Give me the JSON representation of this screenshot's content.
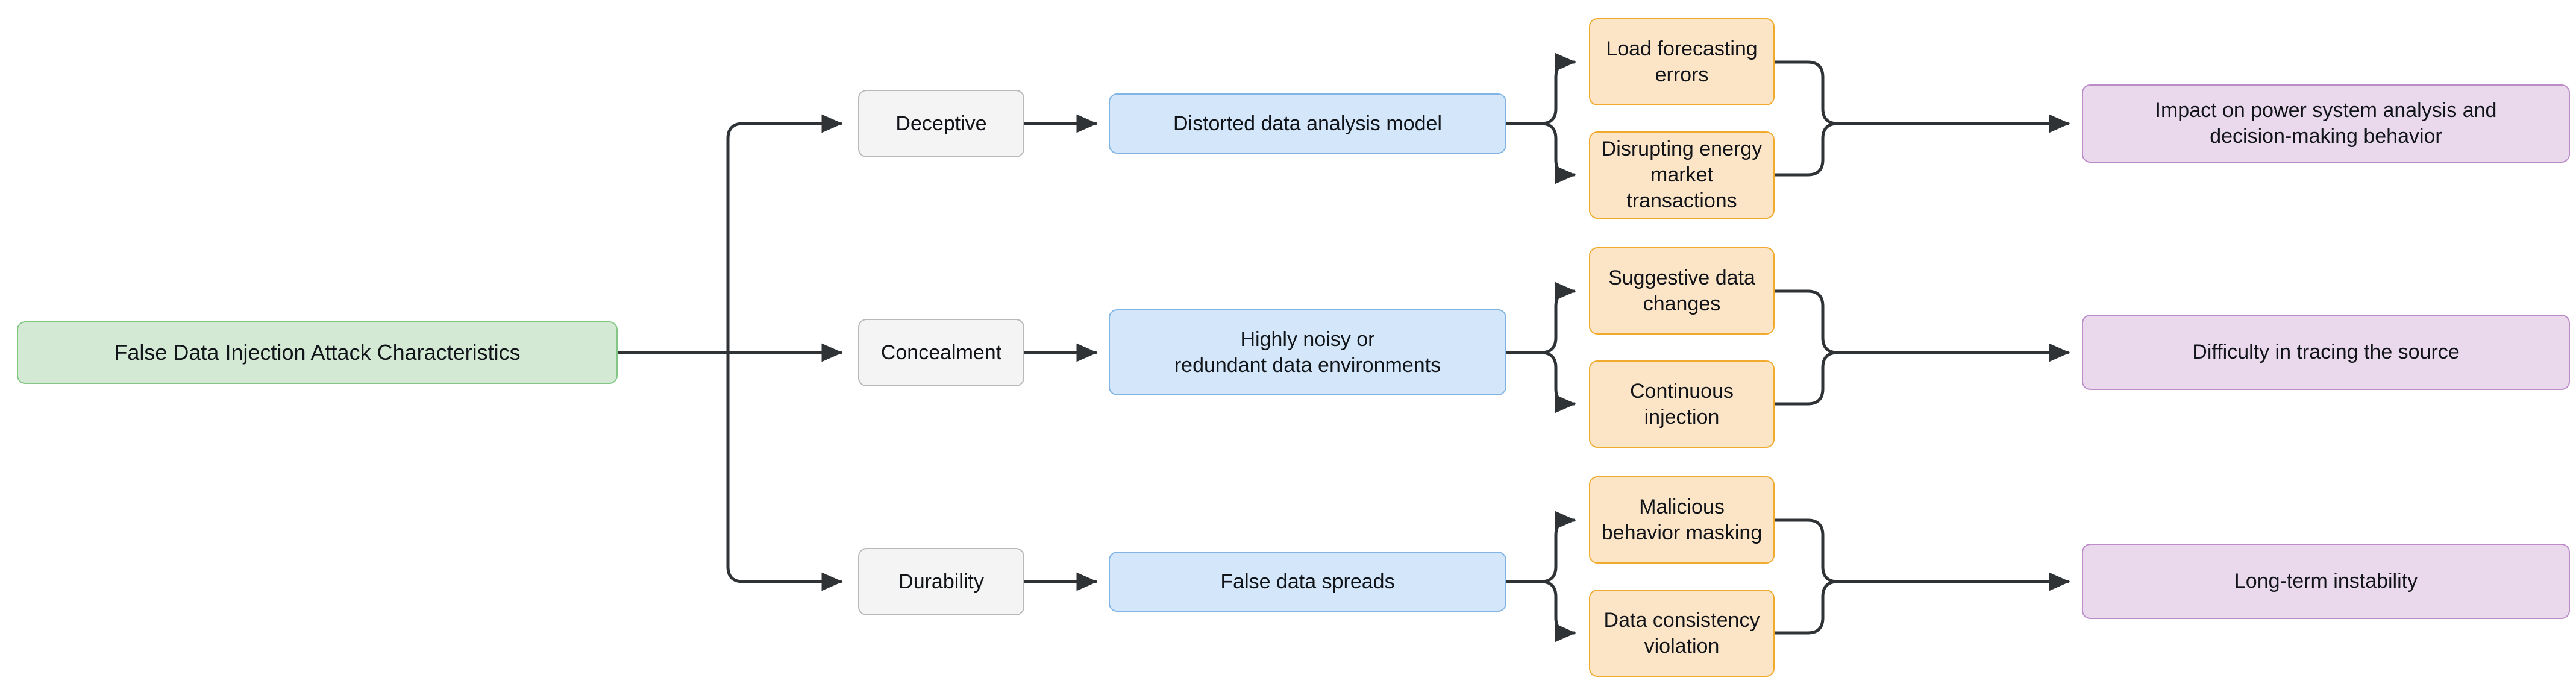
{
  "diagram": {
    "title": "False Data Injection Attack Characteristics",
    "type": "flowchart",
    "direction": "left-to-right",
    "palette": {
      "root_fill": "#d3e9d4",
      "root_stroke": "#82c785",
      "category_fill": "#f4f4f4",
      "category_stroke": "#b9b9b9",
      "mechanism_fill": "#d4e7fa",
      "mechanism_stroke": "#7fb4e4",
      "effect_fill": "#fce4c7",
      "effect_stroke": "#f0ab2e",
      "impact_fill": "#ead9ed",
      "impact_stroke": "#bb8cc7",
      "edge_stroke": "#2f3336",
      "text": "#111418"
    },
    "root": {
      "label": "False Data Injection Attack Characteristics"
    },
    "branches": [
      {
        "category": "Deceptive",
        "mechanism": "Distorted data analysis model",
        "effects": [
          "Load forecasting errors",
          "Disrupting energy\nmarket transactions"
        ],
        "impact": "Impact on power system analysis and\ndecision-making behavior"
      },
      {
        "category": "Concealment",
        "mechanism": "Highly noisy or\nredundant data environments",
        "effects": [
          "Suggestive data changes",
          "Continuous injection"
        ],
        "impact": "Difficulty in tracing the source"
      },
      {
        "category": "Durability",
        "mechanism": "False data spreads",
        "effects": [
          "Malicious behavior masking",
          "Data consistency violation"
        ],
        "impact": "Long-term instability"
      }
    ]
  }
}
